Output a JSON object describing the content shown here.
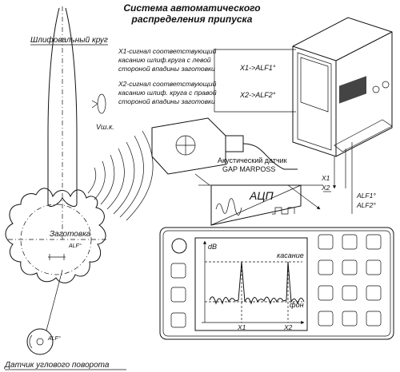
{
  "title": [
    "Система автоматического",
    "распределения припуска"
  ],
  "labels": {
    "grinding_wheel": "Шлифовальный круг",
    "x1_desc": [
      "X1-сигнал соответствующий",
      "касанию шлиф.круга с левой",
      "стороной впадины заготовки"
    ],
    "x2_desc": [
      "X2-сигнал соответствующий",
      "касанию шлиф. круга с правой",
      "стороной впадины заготовки"
    ],
    "wheel_speed": "Vш.к.",
    "sensor": [
      "Акустический датчик",
      "GAP MARPOSS"
    ],
    "workpiece": "Заготовка",
    "angle_sensor": "Датчик углового поворота",
    "adc": "АЦП",
    "alf_small": "ALF°",
    "x1_out": "X1",
    "x2_out": "X2",
    "alf1_out": "ALF1°",
    "alf2_out": "ALF2°",
    "controller_x1": "X1->ALF1°",
    "controller_x2": "X2->ALF2°",
    "graph_y": "dB",
    "graph_touch": "касание",
    "graph_bg": "фон",
    "graph_x1": "X1",
    "graph_x2": "X2"
  }
}
